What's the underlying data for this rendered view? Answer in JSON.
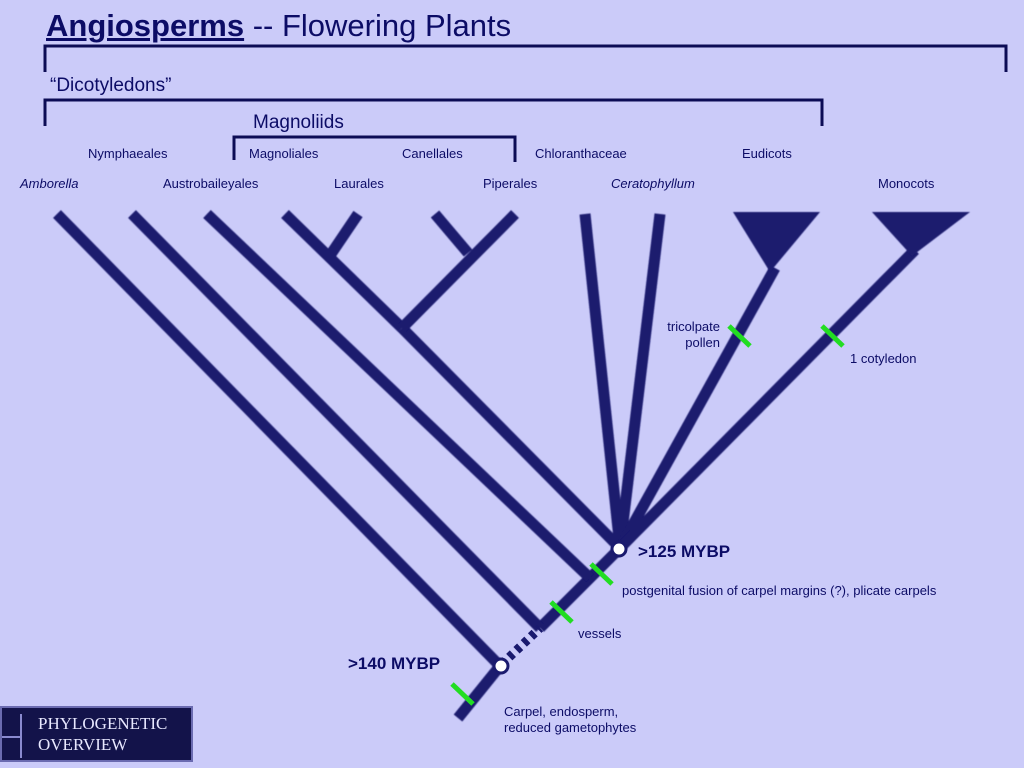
{
  "title": {
    "bold": "Angiosperms",
    "rest": " -- Flowering Plants"
  },
  "groups": {
    "dicots": "“Dicotyledons”",
    "magnoliids": "Magnoliids"
  },
  "taxa_row1": {
    "nymphaeales": "Nymphaeales",
    "magnoliales": "Magnoliales",
    "canellales": "Canellales",
    "chloranthaceae": "Chloranthaceae",
    "eudicots": "Eudicots"
  },
  "taxa_row2": {
    "amborella": "Amborella",
    "austrobaileyales": "Austrobaileyales",
    "laurales": "Laurales",
    "piperales": "Piperales",
    "ceratophyllum": "Ceratophyllum",
    "monocots": "Monocots"
  },
  "characters": {
    "tricolpate_line1": "tricolpate",
    "tricolpate_line2": "pollen",
    "one_cotyledon": "1 cotyledon",
    "postgenital": "postgenital fusion of carpel margins (?), plicate carpels",
    "vessels": "vessels",
    "carpel_line1": "Carpel, endosperm,",
    "carpel_line2": "reduced gametophytes"
  },
  "dates": {
    "mybp_125": ">125 MYBP",
    "mybp_140": ">140 MYBP"
  },
  "logo": {
    "line1": "PHYLOGENETIC",
    "line2": "OVERVIEW"
  },
  "colors": {
    "background": "#cbcbf9",
    "branch": "#1a1a6e",
    "marker": "#22dd22",
    "text": "#0c0c66"
  }
}
